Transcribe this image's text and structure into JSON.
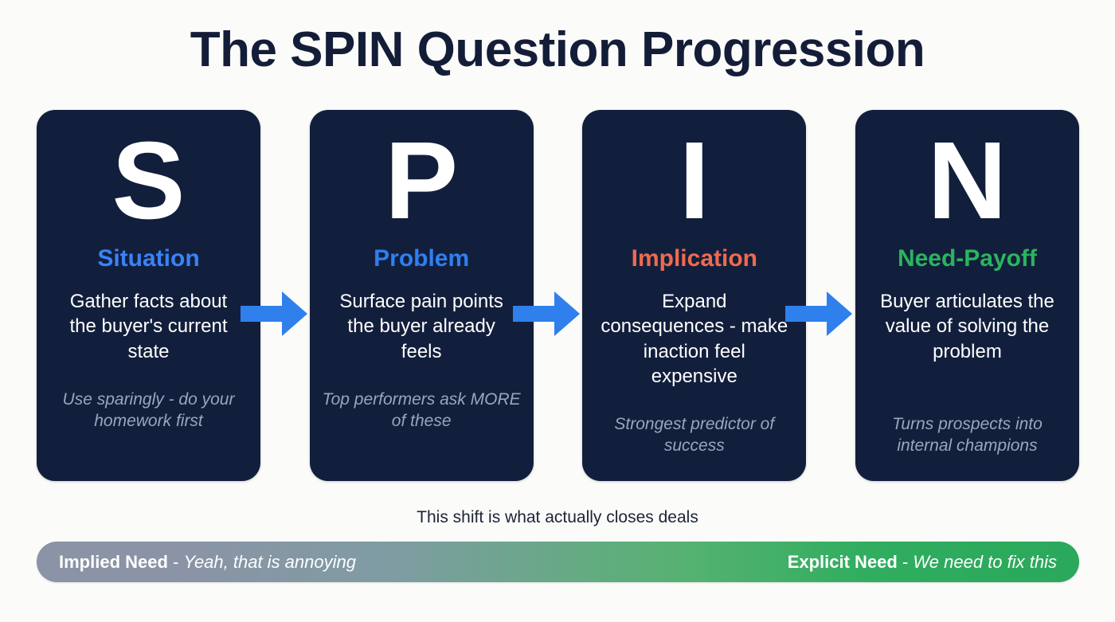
{
  "title": "The SPIN Question Progression",
  "colors": {
    "page_background": "#fbfbfa",
    "title": "#141d38",
    "card_background": "#121f3c",
    "arrow": "#2f80ed",
    "situation": "#3b82f6",
    "problem": "#2f7ff0",
    "implication": "#ef6a4f",
    "need_payoff": "#2ab45e",
    "note_text": "#9aa6bd",
    "bar_gradient_start": "#8b93a6",
    "bar_gradient_end": "#2aa85b"
  },
  "cards": [
    {
      "letter": "S",
      "name": "Situation",
      "name_color": "#3b82f6",
      "description": "Gather facts about the buyer's current state",
      "note": "Use sparingly - do your homework first"
    },
    {
      "letter": "P",
      "name": "Problem",
      "name_color": "#2f7ff0",
      "description": "Surface pain points the buyer already feels",
      "note": "Top performers ask MORE of these"
    },
    {
      "letter": "I",
      "name": "Implication",
      "name_color": "#ef6a4f",
      "description": "Expand consequences - make inaction feel expensive",
      "note": "Strongest predictor of success"
    },
    {
      "letter": "N",
      "name": "Need-Payoff",
      "name_color": "#2ab45e",
      "description": "Buyer articulates the value of solving the problem",
      "note": "Turns prospects into internal champions"
    }
  ],
  "arrows": [
    {
      "name": "arrow-situation-to-problem",
      "icon": "arrow-right-icon"
    },
    {
      "name": "arrow-problem-to-implication",
      "icon": "arrow-right-icon"
    },
    {
      "name": "arrow-implication-to-need-payoff",
      "icon": "arrow-right-icon"
    }
  ],
  "caption": "This shift is what actually closes deals",
  "need_bar": {
    "left": {
      "label": "Implied Need",
      "dash": " - ",
      "quote": "Yeah, that is annoying"
    },
    "right": {
      "label": "Explicit Need",
      "dash": " - ",
      "quote": "We need to fix this"
    }
  }
}
